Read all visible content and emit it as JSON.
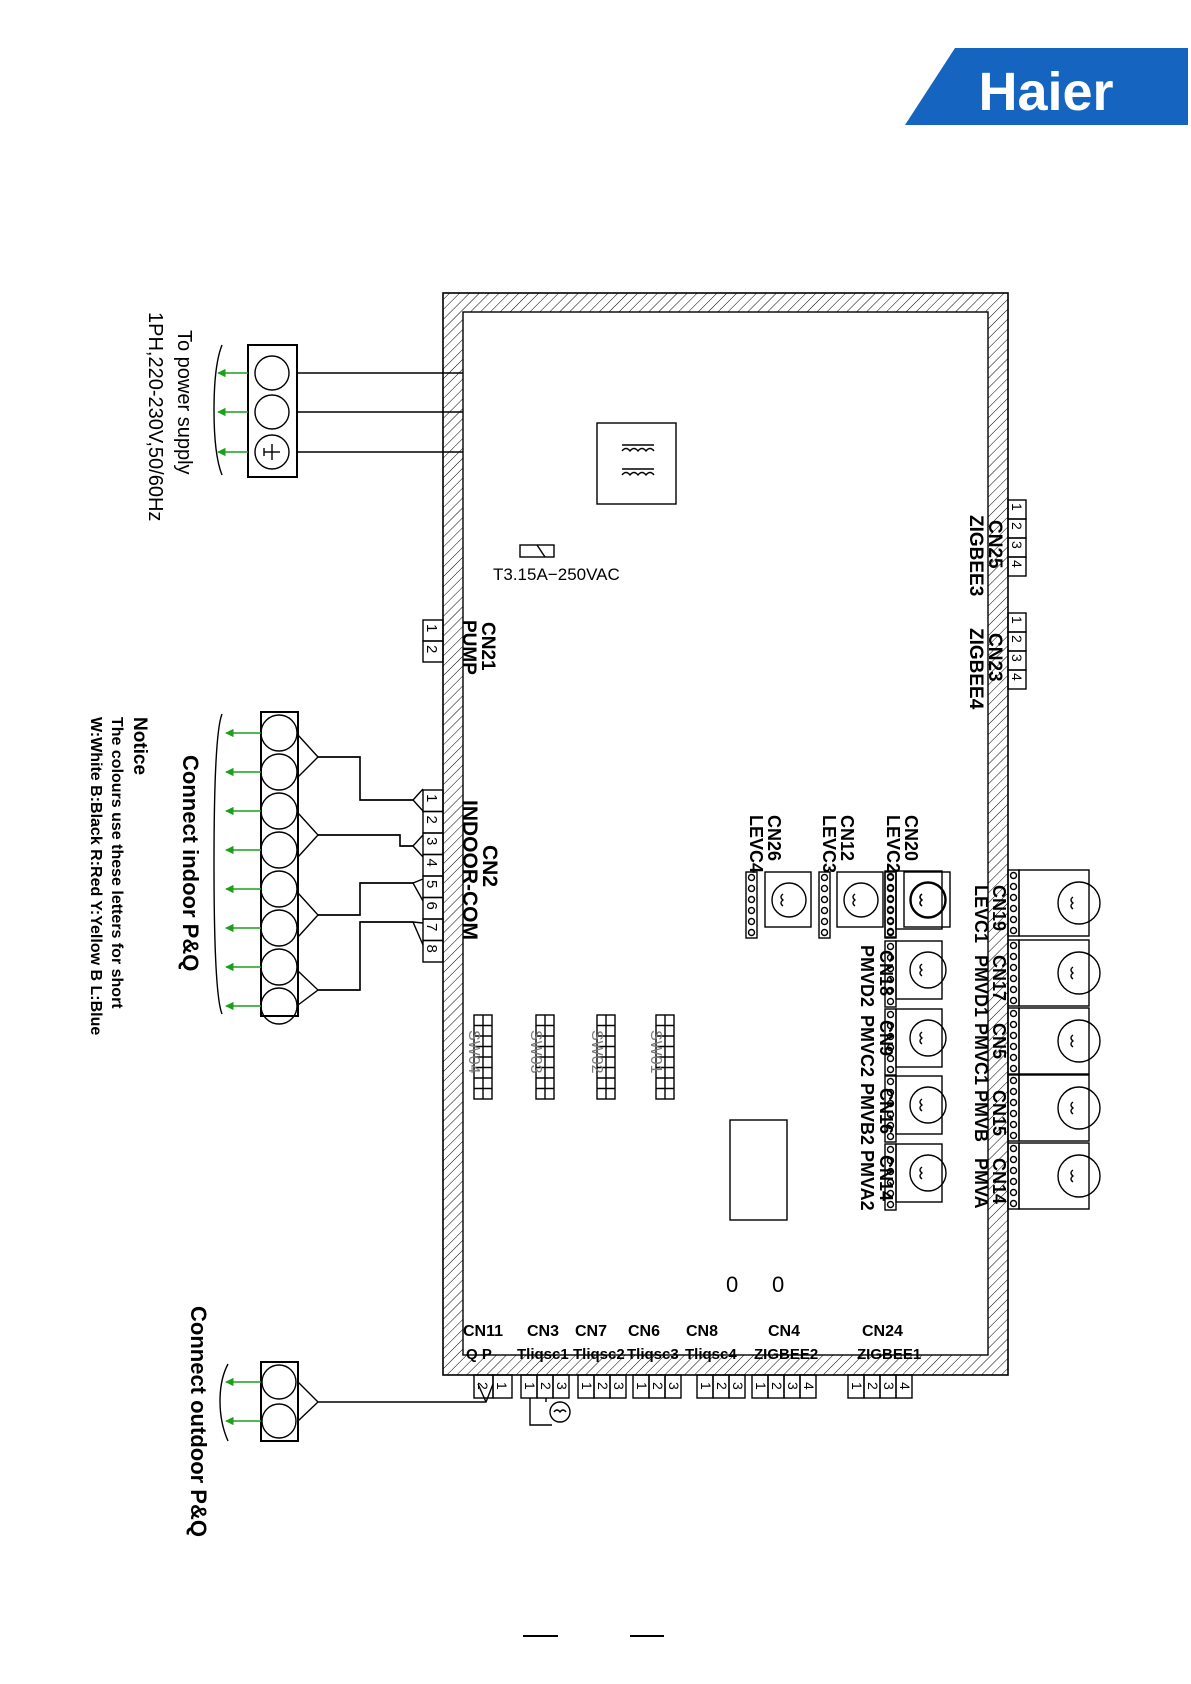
{
  "brand": {
    "logo_text": "Haier",
    "logo_color": "#1565c0"
  },
  "power": {
    "line1": "To power supply",
    "line2": "1PH,220-230V,50/60Hz"
  },
  "fuse_label": "T3.15A−250VAC",
  "pump": {
    "name": "CN21",
    "label": "PUMP",
    "pins": [
      "1",
      "2"
    ]
  },
  "indoor": {
    "name": "CN2",
    "label": "INDOOR-COM",
    "pins": [
      "1",
      "2",
      "3",
      "4",
      "5",
      "6",
      "7",
      "8"
    ],
    "connect_label": "Connect indoor P&Q"
  },
  "notice": {
    "title": "Notice",
    "line1": "The colours use these letters for short",
    "line2": "W:White B:Black R:Red Y:Yellow B L:Blue"
  },
  "outdoor": {
    "connect_label": "Connect outdoor P&Q"
  },
  "zigbee_top": [
    {
      "name": "CN25",
      "label": "ZIGBEE3",
      "pins": [
        "1",
        "2",
        "3",
        "4"
      ]
    },
    {
      "name": "CN23",
      "label": "ZIGBEE4",
      "pins": [
        "1",
        "2",
        "3",
        "4"
      ]
    }
  ],
  "levc_small": [
    {
      "name": "CN20",
      "label": "LEVC2"
    },
    {
      "name": "CN12",
      "label": "LEVC3"
    },
    {
      "name": "CN26",
      "label": "LEVC4"
    }
  ],
  "valve_row_top": [
    {
      "name": "CN19",
      "label": "LEVC1"
    },
    {
      "name": "CN17",
      "label": "PMVD1"
    },
    {
      "name": "CN5",
      "label": "PMVC1"
    },
    {
      "name": "CN15",
      "label": "PMVB"
    },
    {
      "name": "CN14",
      "label": "PMVA"
    }
  ],
  "valve_row_bottom": [
    {
      "name": "CN18",
      "label": "PMVD2"
    },
    {
      "name": "CN9",
      "label": "PMVC2"
    },
    {
      "name": "CN16",
      "label": "PMVB2"
    },
    {
      "name": "CN14",
      "label": "PMVA2"
    }
  ],
  "switches": [
    "SW01",
    "SW02",
    "SW03",
    "SW04"
  ],
  "zeros": [
    "0",
    "0"
  ],
  "bottom_connectors": [
    {
      "name": "CN11",
      "label": "Q  P",
      "pins": [
        "2",
        "1"
      ]
    },
    {
      "name": "CN3",
      "label": "Tliqsc1",
      "pins": [
        "1",
        "2",
        "3"
      ]
    },
    {
      "name": "CN7",
      "label": "Tliqsc2",
      "pins": [
        "1",
        "2",
        "3"
      ]
    },
    {
      "name": "CN6",
      "label": "Tliqsc3",
      "pins": [
        "1",
        "2",
        "3"
      ]
    },
    {
      "name": "CN8",
      "label": "Tliqsc4",
      "pins": [
        "1",
        "2",
        "3"
      ]
    },
    {
      "name": "CN4",
      "label": "ZIGBEE2",
      "pins": [
        "1",
        "2",
        "3",
        "4"
      ]
    },
    {
      "name": "CN24",
      "label": "ZIGBEE1",
      "pins": [
        "1",
        "2",
        "3",
        "4"
      ]
    }
  ]
}
